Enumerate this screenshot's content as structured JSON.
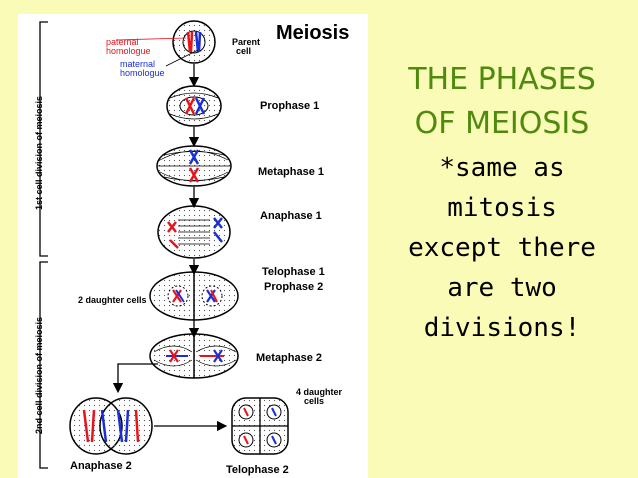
{
  "slide": {
    "title_lines": [
      "THE PHASES",
      "OF MEIOSIS"
    ],
    "note_lines": [
      "*same as",
      "mitosis",
      "except there",
      "are two",
      "divisions!"
    ]
  },
  "figure": {
    "heading": "Meiosis",
    "parent_cell_label": [
      "Parent",
      "cell"
    ],
    "paternal_label": [
      "paternal",
      "homologue"
    ],
    "maternal_label": [
      "maternal",
      "homologue"
    ],
    "side_labels": [
      "1st cell division of meiosis",
      "2nd cell division of meiosis"
    ],
    "stages": {
      "prophase1": "Prophase 1",
      "metaphase1": "Metaphase 1",
      "anaphase1": "Anaphase 1",
      "telophase1": "Telophase 1",
      "prophase2": "Prophase 2",
      "metaphase2": "Metaphase 2",
      "anaphase2": "Anaphase 2",
      "telophase2": "Telophase 2"
    },
    "two_daughter": "2 daughter cells",
    "four_daughter": [
      "4 daughter",
      "cells"
    ],
    "colors": {
      "paternal": "#e8141c",
      "maternal": "#1a2fd6",
      "title_green": "#4f8a0e",
      "background": "#fbfbb8"
    }
  }
}
